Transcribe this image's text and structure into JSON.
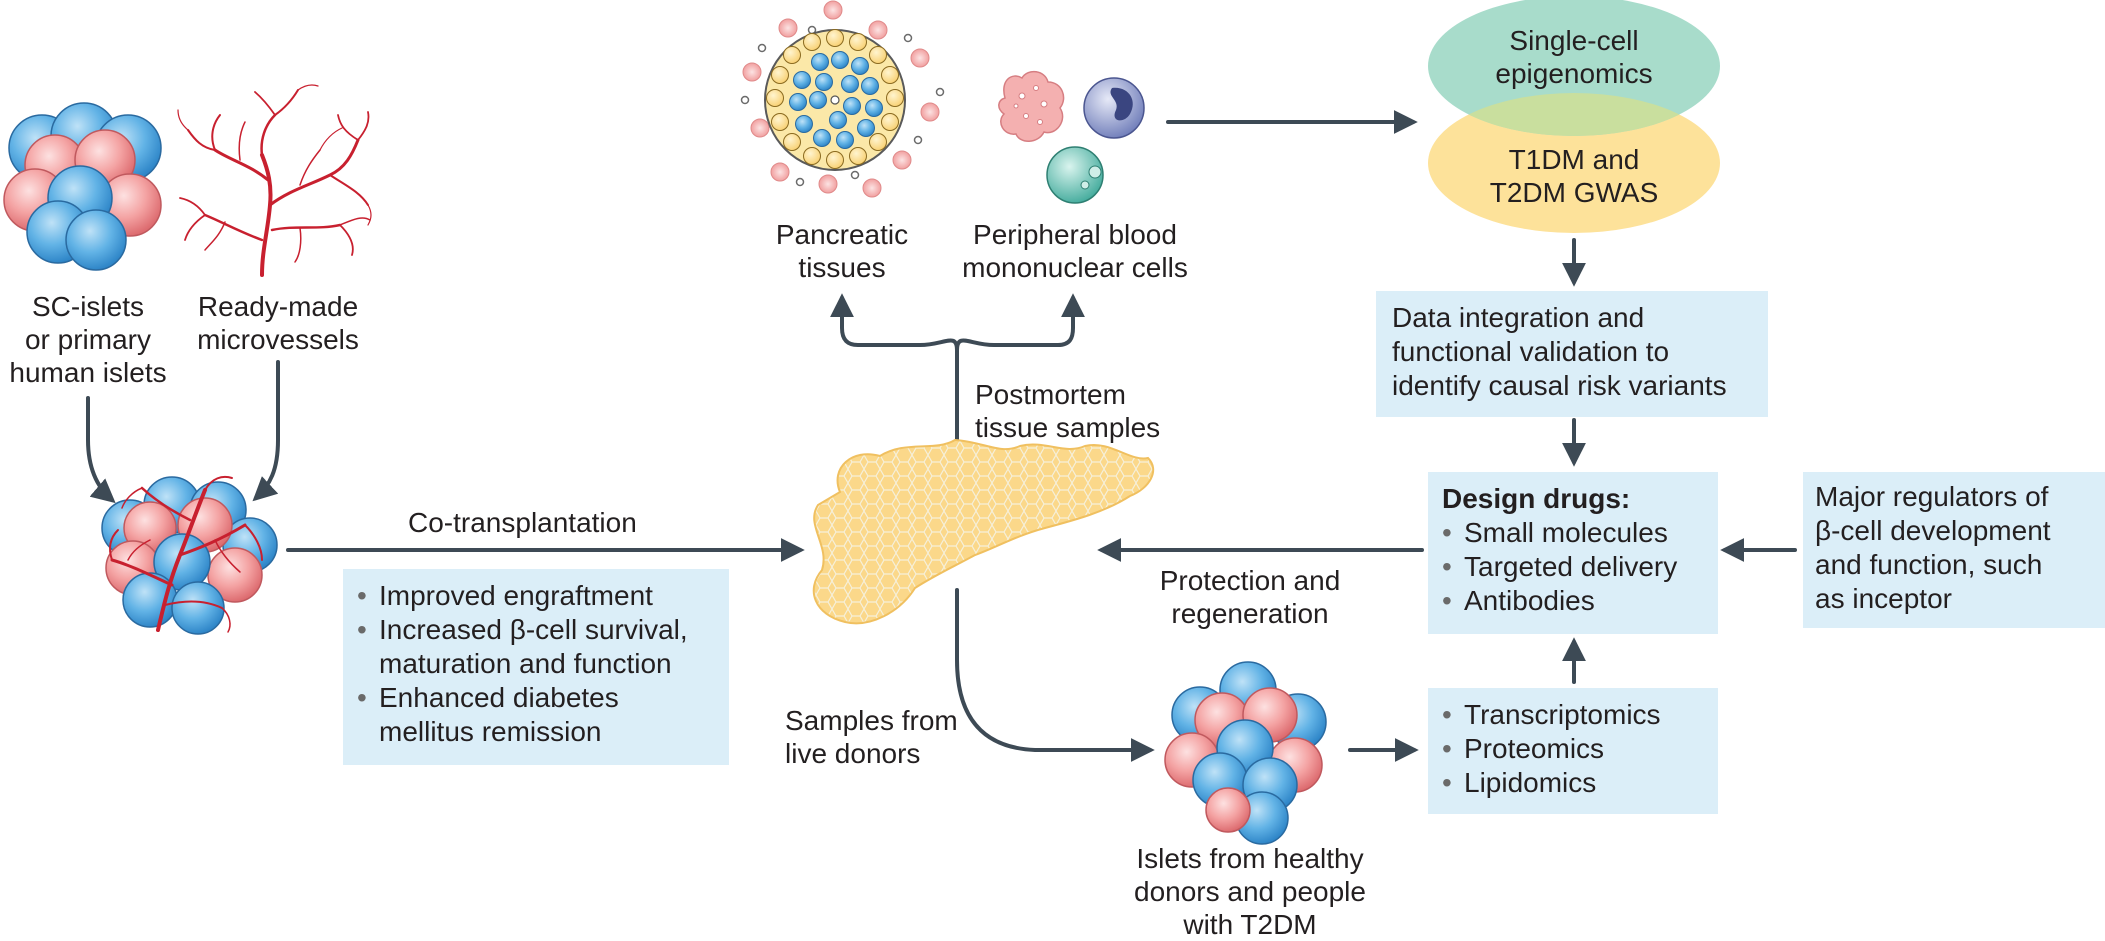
{
  "labels": {
    "sc_islets": [
      "SC-islets",
      "or primary",
      "human islets"
    ],
    "microvessels": [
      "Ready-made",
      "microvessels"
    ],
    "pancreatic_tissues": [
      "Pancreatic",
      "tissues"
    ],
    "pbmc": [
      "Peripheral blood",
      "mononuclear cells"
    ],
    "postmortem": [
      "Postmortem",
      "tissue samples"
    ],
    "cotransplantation": "Co-transplantation",
    "live_donors": [
      "Samples from",
      "live donors"
    ],
    "protection": [
      "Protection and",
      "regeneration"
    ],
    "islets_donors": [
      "Islets from healthy",
      "donors and people",
      "with T2DM"
    ],
    "single_cell": [
      "Single-cell",
      "epigenomics"
    ],
    "gwas": [
      "T1DM and",
      "T2DM GWAS"
    ]
  },
  "boxes": {
    "outcomes": {
      "items": [
        [
          "Improved engraftment"
        ],
        [
          "Increased β-cell survival,",
          "maturation and function"
        ],
        [
          "Enhanced diabetes",
          "mellitus remission"
        ]
      ]
    },
    "integration": [
      "Data integration and",
      "functional validation to",
      "identify causal risk variants"
    ],
    "design": {
      "title": "Design drugs:",
      "items": [
        "Small molecules",
        "Targeted delivery",
        "Antibodies"
      ]
    },
    "regulators": [
      "Major regulators of",
      "β-cell development",
      "and function, such",
      "as inceptor"
    ],
    "omics": [
      "Transcriptomics",
      "Proteomics",
      "Lipidomics"
    ]
  },
  "colors": {
    "box_fill": "#dbeef8",
    "arrow": "#3d4a55",
    "beta_cell": "#5aaee3",
    "alpha_cell": "#f29a9a",
    "vessel": "#c8202f",
    "pancreas": "#fbd88a",
    "single_cell_oval": "#a8dccb",
    "gwas_oval": "#fde29a",
    "monocyte": "#9aa6d4",
    "lymphocyte": "#7fcfc0"
  },
  "icons": [
    "sc-islet-cluster-icon",
    "microvessel-tree-icon",
    "vascularized-islet-icon",
    "pancreatic-islet-tissue-icon",
    "pbmc-cells-icon",
    "pancreas-organ-icon",
    "donor-islet-cluster-icon"
  ]
}
